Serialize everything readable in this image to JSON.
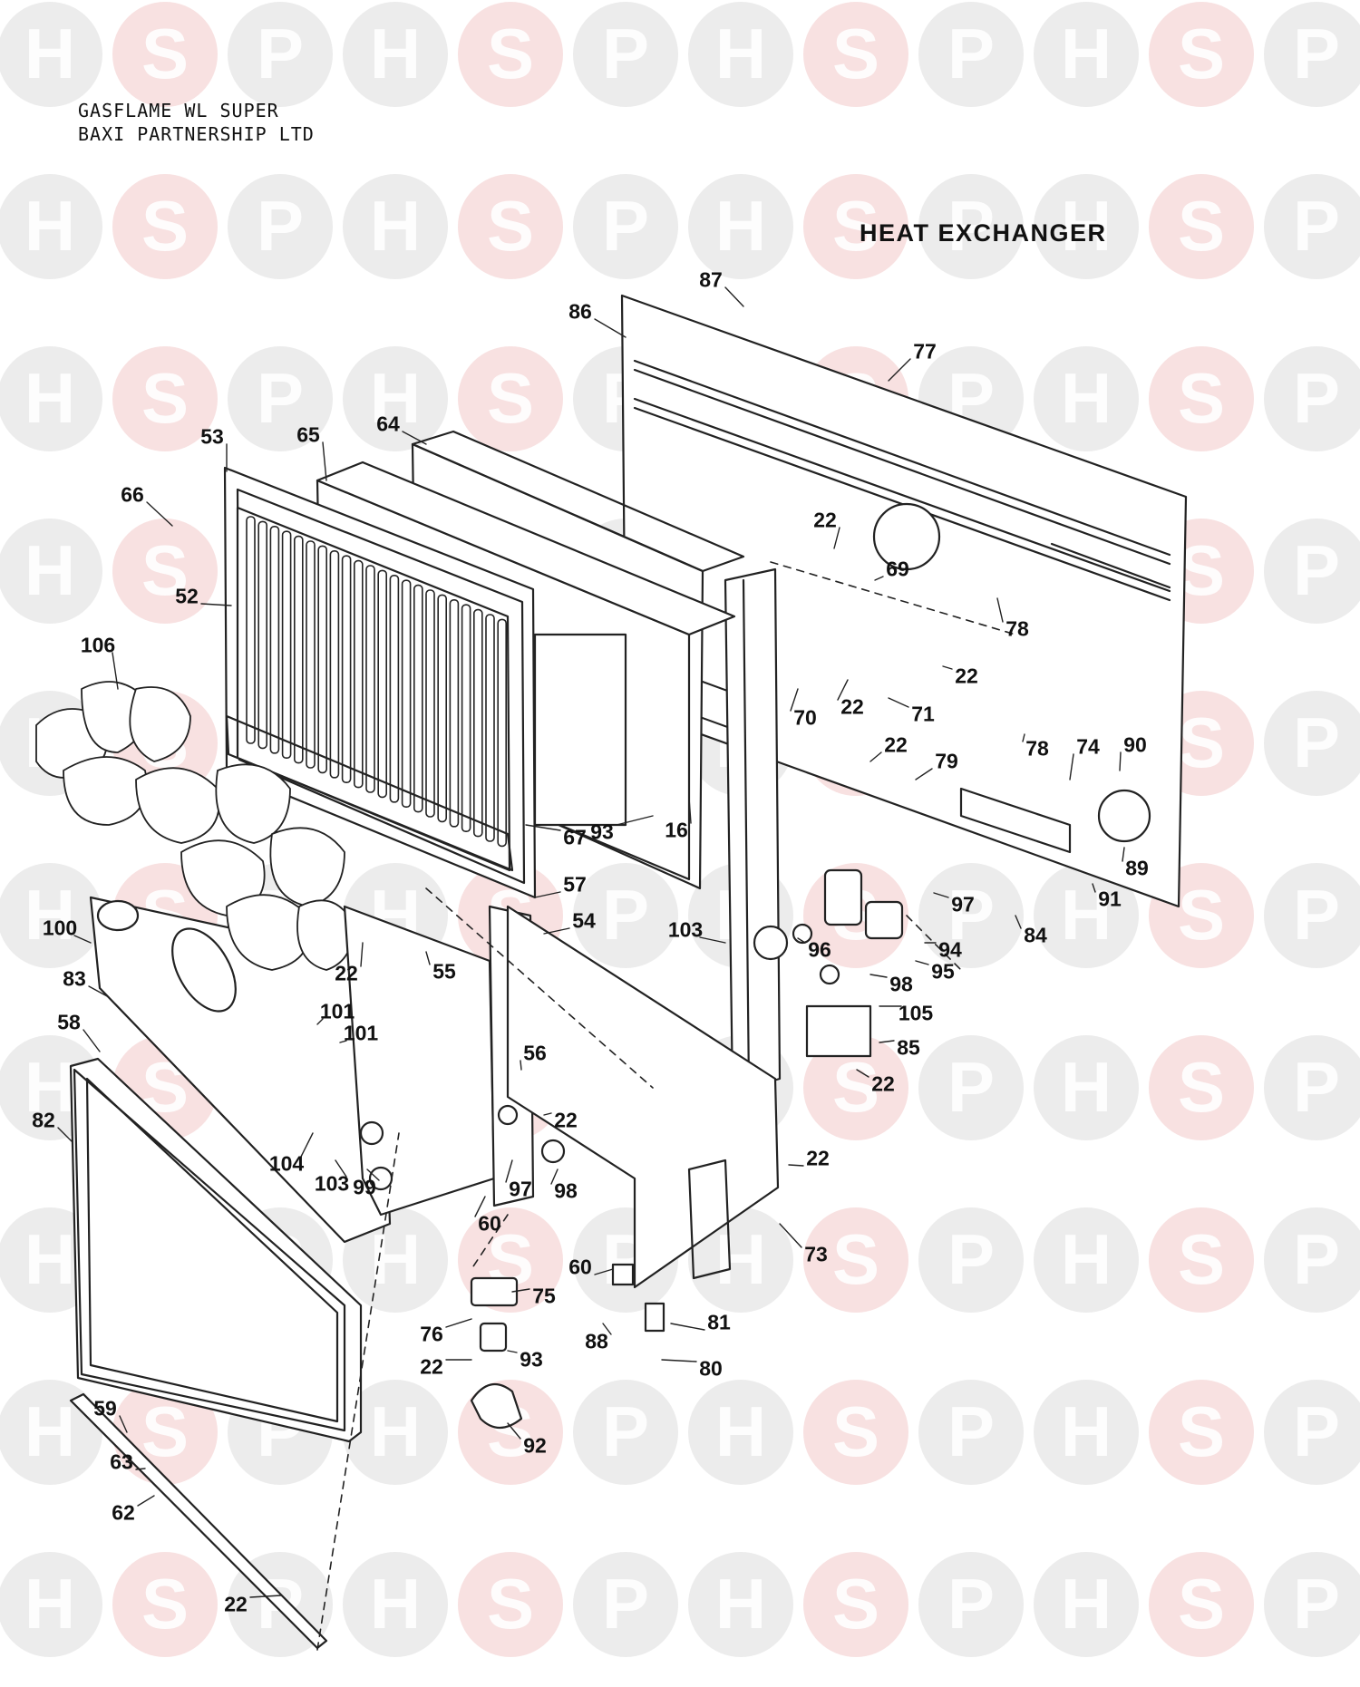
{
  "header": {
    "line1": "GASFLAME WL SUPER",
    "line2": "BAXI PARTNERSHIP LTD"
  },
  "title": "HEAT EXCHANGER",
  "watermark": {
    "letters": [
      "H",
      "S",
      "P"
    ],
    "color_h": "#dcdcdc",
    "color_s": "#f3c9c9",
    "color_p": "#dcdcdc"
  },
  "callouts": [
    "87",
    "86",
    "77",
    "53",
    "65",
    "64",
    "66",
    "22",
    "69",
    "52",
    "78",
    "106",
    "22",
    "70",
    "22",
    "71",
    "78",
    "22",
    "74",
    "90",
    "79",
    "16",
    "67",
    "93",
    "89",
    "91",
    "97",
    "84",
    "57",
    "54",
    "103",
    "96",
    "94",
    "100",
    "95",
    "22",
    "55",
    "98",
    "105",
    "83",
    "101",
    "101",
    "56",
    "85",
    "58",
    "22",
    "22",
    "82",
    "104",
    "103",
    "99",
    "97",
    "98",
    "22",
    "60",
    "73",
    "60",
    "75",
    "81",
    "76",
    "88",
    "93",
    "22",
    "80",
    "92",
    "59",
    "63",
    "62",
    "22"
  ]
}
